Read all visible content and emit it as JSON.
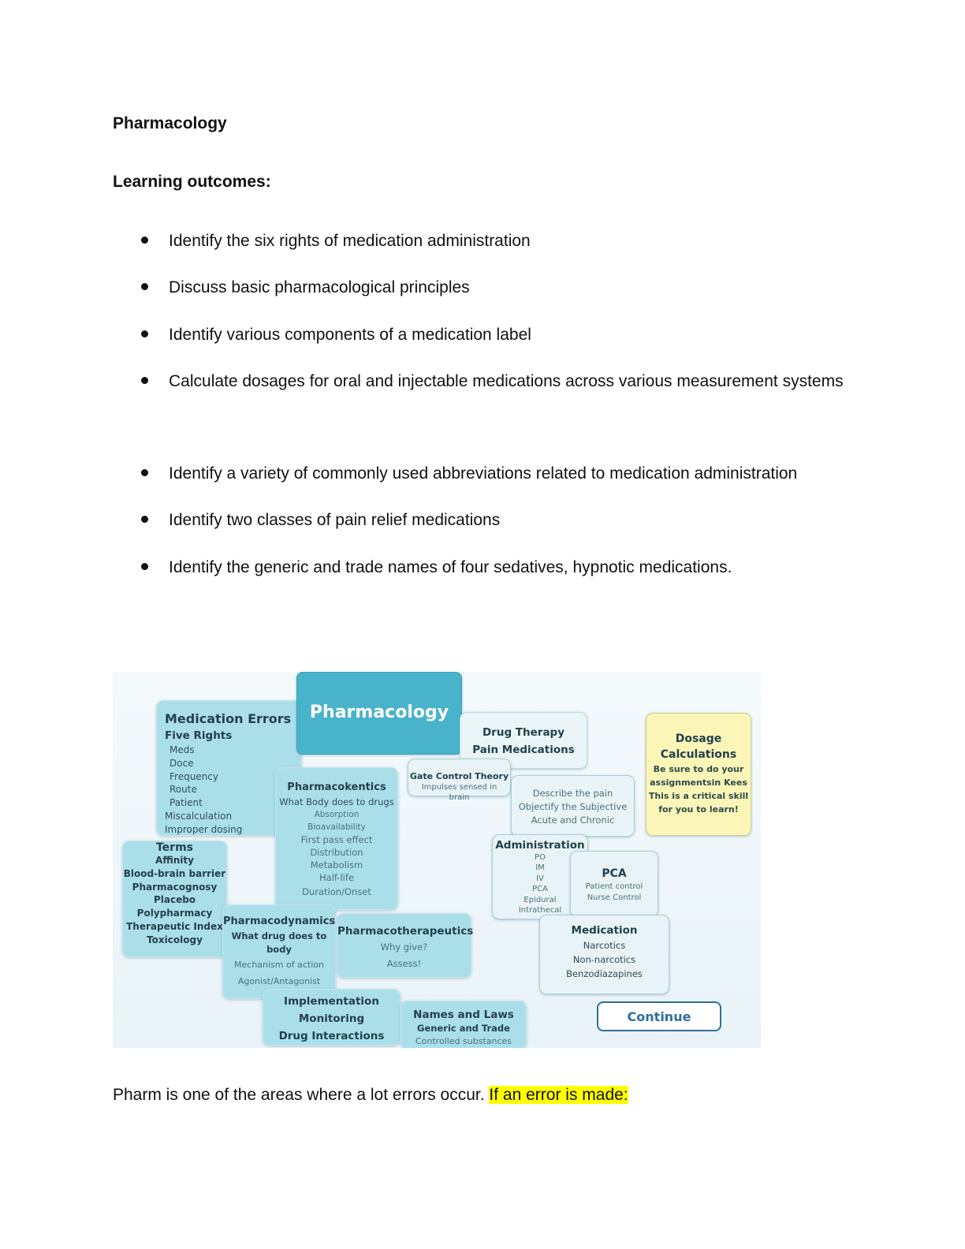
{
  "document": {
    "title": "Pharmacology",
    "learning_outcomes_heading": "Learning outcomes:",
    "outcomes": [
      "Identify the six rights of medication administration",
      "Discuss basic pharmacological principles",
      "Identify various components of a medication label",
      "Calculate dosages for oral and injectable medications across various measurement systems",
      "Identify a variety of commonly used abbreviations related to medication administration",
      "Identify two classes of pain relief medications",
      "Identify the generic and trade names of four sedatives, hypnotic medications."
    ],
    "bottom_text": "Pharm is one of the areas where a lot errors occur.",
    "bottom_highlight": "If an error is made:",
    "highlight_color": "#ffff00"
  },
  "concept_map": {
    "main": "Pharmacology",
    "medication_errors": {
      "title": "Medication Errors",
      "subtitle": "Five Rights",
      "rights": [
        "Meds",
        "Doce",
        "Frequency",
        "Route",
        "Patient"
      ],
      "extra": [
        "Miscalculation",
        "Improper dosing"
      ]
    },
    "drug_therapy": {
      "line1": "Drug Therapy",
      "line2": "Pain Medications"
    },
    "dosage": {
      "title_line1": "Dosage",
      "title_line2": "Calculations",
      "text": [
        "Be sure to do your",
        "assignmentsin Kees",
        "This is a critical skill",
        "for you to learn!"
      ]
    },
    "pharmacokinetics": {
      "title": "Pharmacokentics",
      "subtitle": "What Body does to drugs",
      "items": [
        "Absorption",
        "Bioavailability",
        "First pass effect",
        "Distribution",
        "Metabolism",
        "Half-life",
        "Duration/Onset"
      ]
    },
    "gate_control": {
      "title": "Gate Control Theory",
      "line1": "Impulses sensed in",
      "line2": "brain"
    },
    "describe_pain": {
      "lines": [
        "Describe the pain",
        "Objectify the Subjective",
        "Acute and Chronic"
      ]
    },
    "terms": {
      "title": "Terms",
      "items": [
        "Affinity",
        "Blood-brain barrier",
        "Pharmacognosy",
        "Placebo",
        "Polypharmacy",
        "Therapeutic Index",
        "Toxicology"
      ]
    },
    "administration": {
      "title": "Administration",
      "routes": [
        "PO",
        "IM",
        "IV",
        "PCA",
        "Epidural",
        "Intrathecal"
      ]
    },
    "pca": {
      "title": "PCA",
      "line1": "Patient control",
      "line2": "Nurse Control"
    },
    "pharmacodynamics": {
      "title": "Pharmacodynamics",
      "line1": "What drug does to",
      "line2": "body",
      "line3": "Mechanism of action",
      "line4": "Agonist/Antagonist"
    },
    "pharmacotherapeutics": {
      "title": "Pharmacotherapeutics",
      "line1": "Why give?",
      "line2": "Assess!"
    },
    "medication": {
      "title": "Medication",
      "items": [
        "Narcotics",
        "Non-narcotics",
        "Benzodiazapines"
      ]
    },
    "implementation": {
      "lines": [
        "Implementation",
        "Monitoring",
        "Drug Interactions"
      ]
    },
    "names_laws": {
      "title": "Names and Laws",
      "line1": "Generic and Trade",
      "line2": "Controlled substances"
    },
    "continue_label": "Continue",
    "colors": {
      "main_box": "#49b3cb",
      "topic_box": "#aadfea",
      "dosage_box": "#fbf6b8",
      "button_border": "#2f6f9a"
    }
  }
}
